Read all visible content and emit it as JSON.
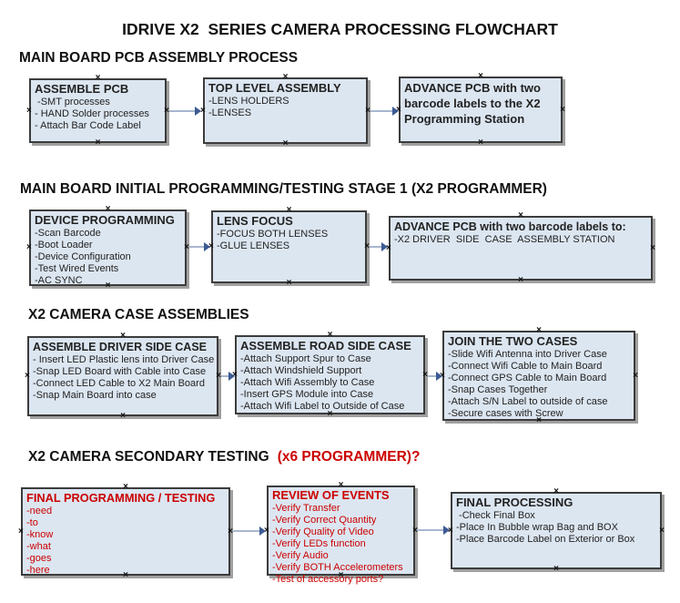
{
  "title": "IDRIVE X2  SERIES CAMERA PROCESSING FLOWCHART",
  "colors": {
    "box_fill": "#dce6f1",
    "box_border": "#3c3c3c",
    "accent_red": "#cc0000",
    "arrow_line": "#a8b7cf",
    "arrow_head": "#3c5a94"
  },
  "icons": {
    "connection_handle": "×"
  },
  "sections": [
    {
      "heading": "MAIN BOARD PCB ASSEMBLY PROCESS",
      "boxes": [
        {
          "title": "ASSEMBLE PCB",
          "items": [
            " -SMT processes",
            "- HAND Solder processes",
            "- Attach Bar Code Label"
          ]
        },
        {
          "title": "TOP LEVEL ASSEMBLY",
          "items": [
            "-LENS HOLDERS",
            "-LENSES"
          ]
        },
        {
          "title": "ADVANCE PCB with two barcode labels to the  X2 Programming Station",
          "items": []
        }
      ]
    },
    {
      "heading": "MAIN BOARD INITIAL PROGRAMMING/TESTING STAGE 1 (X2 PROGRAMMER)",
      "boxes": [
        {
          "title": "DEVICE PROGRAMMING",
          "items": [
            "-Scan Barcode",
            "-Boot Loader",
            "-Device Configuration",
            "-Test Wired Events",
            "-AC SYNC"
          ]
        },
        {
          "title": "LENS FOCUS",
          "items": [
            "-FOCUS BOTH LENSES",
            "-GLUE LENSES"
          ]
        },
        {
          "title": "ADVANCE PCB with two barcode labels to:",
          "items": [
            "-X2 DRIVER  SIDE  CASE  ASSEMBLY STATION"
          ]
        }
      ]
    },
    {
      "heading": "X2 CAMERA CASE ASSEMBLIES",
      "boxes": [
        {
          "title": "ASSEMBLE DRIVER SIDE CASE",
          "items": [
            "- Insert LED Plastic lens into Driver Case",
            "-Snap LED Board with Cable into Case",
            "-Connect LED Cable to X2 Main Board",
            "-Snap Main Board into case"
          ]
        },
        {
          "title": "ASSEMBLE ROAD SIDE CASE",
          "items": [
            "-Attach Support Spur to Case",
            "-Attach Windshield Support",
            "-Attach Wifi Assembly to Case",
            "-Insert GPS Module into Case",
            "-Attach Wifi Label to Outside of Case"
          ]
        },
        {
          "title": "JOIN THE TWO CASES",
          "items": [
            "-Slide Wifi Antenna into Driver Case",
            "-Connect Wifi Cable to Main Board",
            "-Connect GPS Cable to Main Board",
            "-Snap Cases Together",
            "-Attach S/N Label to outside of case",
            "-Secure cases with Screw"
          ]
        }
      ]
    },
    {
      "heading": "X2 CAMERA SECONDARY TESTING",
      "heading_suffix": "(x6 PROGRAMMER)?",
      "boxes": [
        {
          "title": "FINAL PROGRAMMING / TESTING",
          "items": [
            "-need",
            "-to",
            "-know",
            "-what",
            "-goes",
            "-here"
          ]
        },
        {
          "title": "REVIEW OF EVENTS",
          "items": [
            "-Verify Transfer",
            "-Verify Correct Quantity",
            "-Verify Quality of Video",
            "-Verify LEDs function",
            "-Verify Audio",
            "-Verify BOTH Accelerometers",
            "-Test of accessory ports?"
          ]
        },
        {
          "title": "FINAL PROCESSING",
          "items": [
            " -Check Final Box",
            "-Place In Bubble wrap Bag and BOX",
            "-Place Barcode Label on Exterior or Box"
          ]
        }
      ]
    }
  ]
}
